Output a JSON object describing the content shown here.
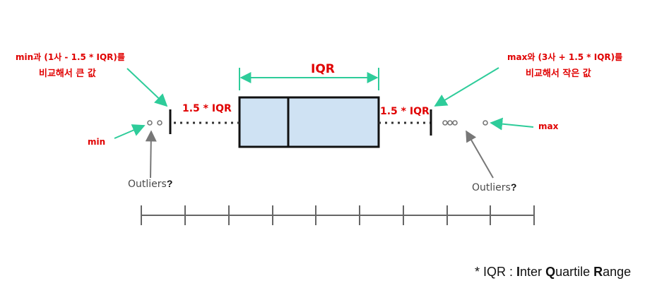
{
  "labels": {
    "left_note_line1": "min과 (1사 - 1.5 * IQR)를",
    "left_note_line2": "비교해서 큰 값",
    "right_note_line1": "max와 (3사 + 1.5 * IQR)를",
    "right_note_line2": "비교해서 작은 값",
    "iqr_title": "IQR",
    "left_whisker": "1.5 * IQR",
    "right_whisker": "1.5 * IQR",
    "min": "min",
    "max": "max",
    "outliers_left": "Outliers",
    "outliers_right": "Outliers",
    "qmark": "?"
  },
  "footnote": {
    "prefix": "* IQR : ",
    "i_bold": "I",
    "i_rest": "nter ",
    "q_bold": "Q",
    "q_rest": "uartile ",
    "r_bold": "R",
    "r_rest": "ange"
  },
  "colors": {
    "box_fill": "#cfe2f3",
    "box_stroke": "#111111",
    "arrow_green": "#2ecc9a",
    "label_red": "#e00000",
    "axis_gray": "#666666",
    "outlier_gray": "#777777"
  }
}
